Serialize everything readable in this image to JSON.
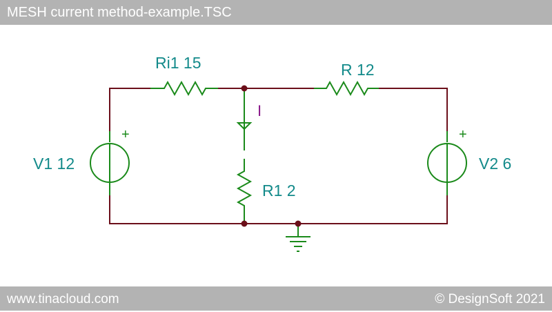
{
  "window": {
    "title": "MESH current method-example.TSC"
  },
  "footer": {
    "website": "www.tinacloud.com",
    "copyright": "© DesignSoft 2021"
  },
  "colors": {
    "wire": "#6b0f1a",
    "component": "#1a8a1a",
    "label": "#138a8a",
    "current_label": "#8b1a8b",
    "bars": "#b3b3b3"
  },
  "components": {
    "ri1": {
      "name": "Ri1",
      "value": "15"
    },
    "r": {
      "name": "R",
      "value": "12"
    },
    "r1": {
      "name": "R1",
      "value": "2"
    },
    "v1": {
      "name": "V1",
      "value": "12",
      "polarity": "+"
    },
    "v2": {
      "name": "V2",
      "value": "6",
      "polarity": "+"
    },
    "ammeter": {
      "label": "I"
    }
  },
  "labels": {
    "ri1": "Ri1 15",
    "r": "R 12",
    "r1": "R1 2",
    "v1": "V1 12",
    "v2": "V2 6",
    "current": "I",
    "v1_plus": "+",
    "v2_plus": "+"
  }
}
